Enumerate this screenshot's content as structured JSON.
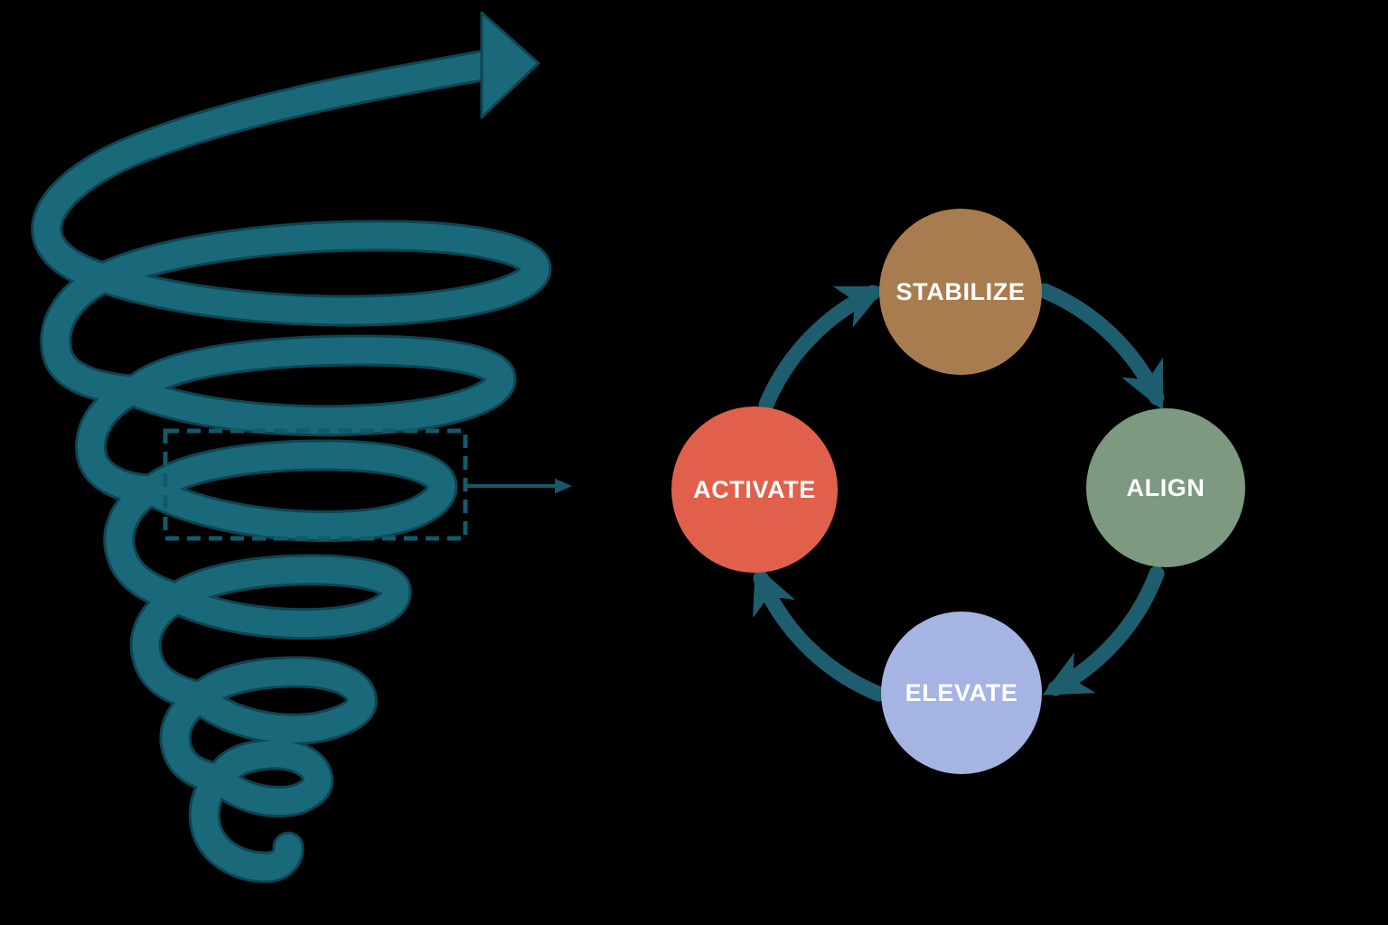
{
  "diagram_title": "spiral-to-cycle-process-diagram",
  "colors": {
    "background": "#000000",
    "spiral": "#19697a",
    "spiral_outline": "#0d4553",
    "cycle_arrow": "#1e5d6d",
    "callout": "#14596a",
    "label_color": "#ffffff"
  },
  "cycle": {
    "nodes": [
      {
        "id": "stabilize",
        "label": "STABILIZE",
        "color": "#a97c50",
        "position": "top"
      },
      {
        "id": "align",
        "label": "ALIGN",
        "color": "#7d997f",
        "position": "right"
      },
      {
        "id": "elevate",
        "label": "ELEVATE",
        "color": "#a5b4e2",
        "position": "bottom"
      },
      {
        "id": "activate",
        "label": "ACTIVATE",
        "color": "#e0604b",
        "position": "left"
      }
    ],
    "arrows": [
      {
        "from": "activate",
        "to": "stabilize"
      },
      {
        "from": "stabilize",
        "to": "align"
      },
      {
        "from": "align",
        "to": "elevate"
      },
      {
        "from": "elevate",
        "to": "activate"
      }
    ],
    "direction": "clockwise"
  }
}
